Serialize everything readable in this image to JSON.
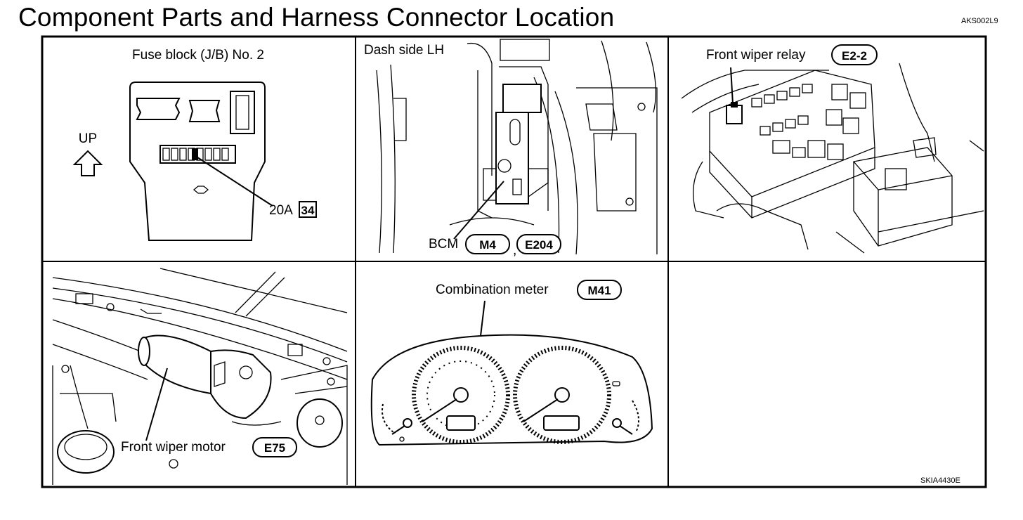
{
  "title": "Component Parts and Harness Connector Location",
  "doc_code": "AKS002L9",
  "figure_code": "SKIA4430E",
  "panels": {
    "fuse_block": {
      "title": "Fuse block (J/B) No. 2",
      "up_label": "UP",
      "fuse_rating": "20A",
      "fuse_number": "34"
    },
    "dash_side": {
      "title": "Dash side LH",
      "component": "BCM",
      "connectors": [
        "M4",
        "E204"
      ],
      "separator": ","
    },
    "front_wiper_relay": {
      "title": "Front wiper relay",
      "connector": "E2-2"
    },
    "front_wiper_motor": {
      "title": "Front wiper motor",
      "connector": "E75"
    },
    "combination_meter": {
      "title": "Combination meter",
      "connector": "M41"
    }
  }
}
